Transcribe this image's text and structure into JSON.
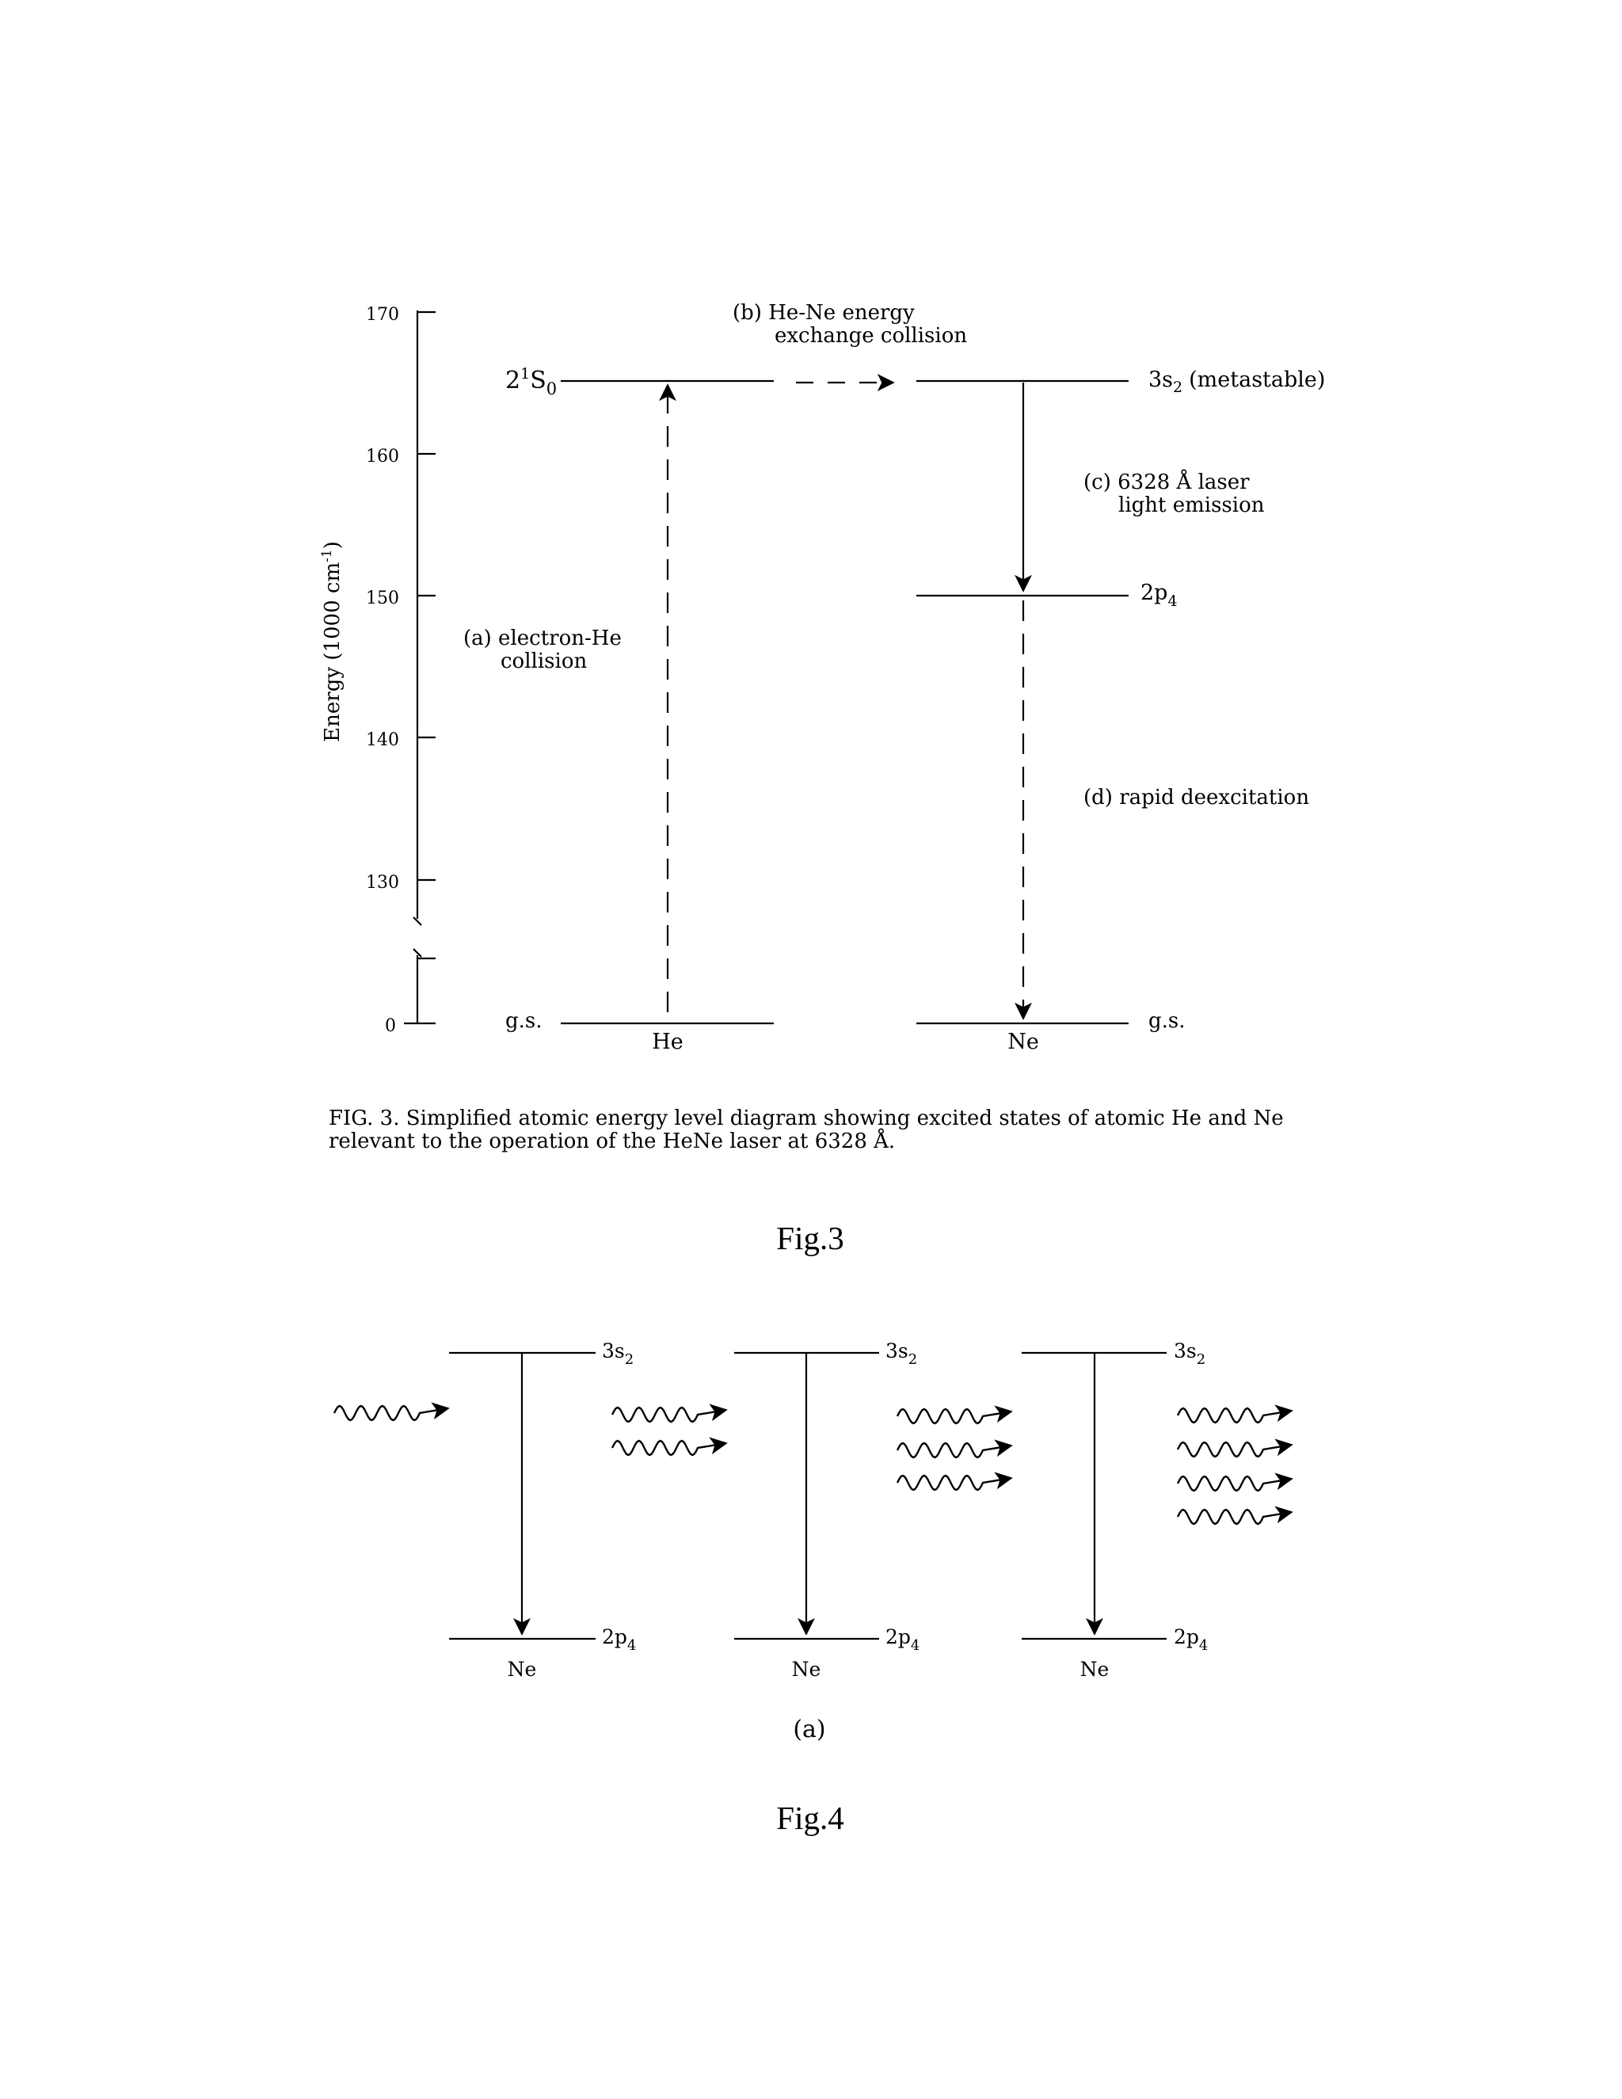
{
  "fig3": {
    "y_axis_label_main": "Energy (1000 cm",
    "y_axis_label_exp": "-1",
    "y_axis_label_end": ")",
    "ticks": [
      "170",
      "160",
      "150",
      "140",
      "130",
      "0"
    ],
    "he_level_prefix": "2",
    "he_level_sup": "1",
    "he_level_S": "S",
    "he_level_sub": "0",
    "b_label_line1": "(b) He-Ne energy",
    "b_label_line2": "exchange collision",
    "ne_3s2_main": "3s",
    "ne_3s2_sub": "2",
    "ne_3s2_note": "(metastable)",
    "c_label_line1": "(c) 6328 Å laser",
    "c_label_line2": "light emission",
    "ne_2p4_main": "2p",
    "ne_2p4_sub": "4",
    "a_label_line1": "(a) electron-He",
    "a_label_line2": "collision",
    "d_label": "(d) rapid deexcitation",
    "gs_left": "g.s.",
    "gs_right": "g.s.",
    "he_name": "He",
    "ne_name": "Ne",
    "caption_line1": "FIG. 3.  Simplified atomic energy level diagram showing excited states of atomic He and Ne",
    "caption_line2": "relevant to the operation of the HeNe laser at 6328 Å."
  },
  "fig3_label": "Fig.3",
  "fig4": {
    "upper_main": "3s",
    "upper_sub": "2",
    "lower_main": "2p",
    "lower_sub": "4",
    "atom_names": [
      "Ne",
      "Ne",
      "Ne"
    ],
    "sublabel": "(a)"
  },
  "fig4_label": "Fig.4"
}
